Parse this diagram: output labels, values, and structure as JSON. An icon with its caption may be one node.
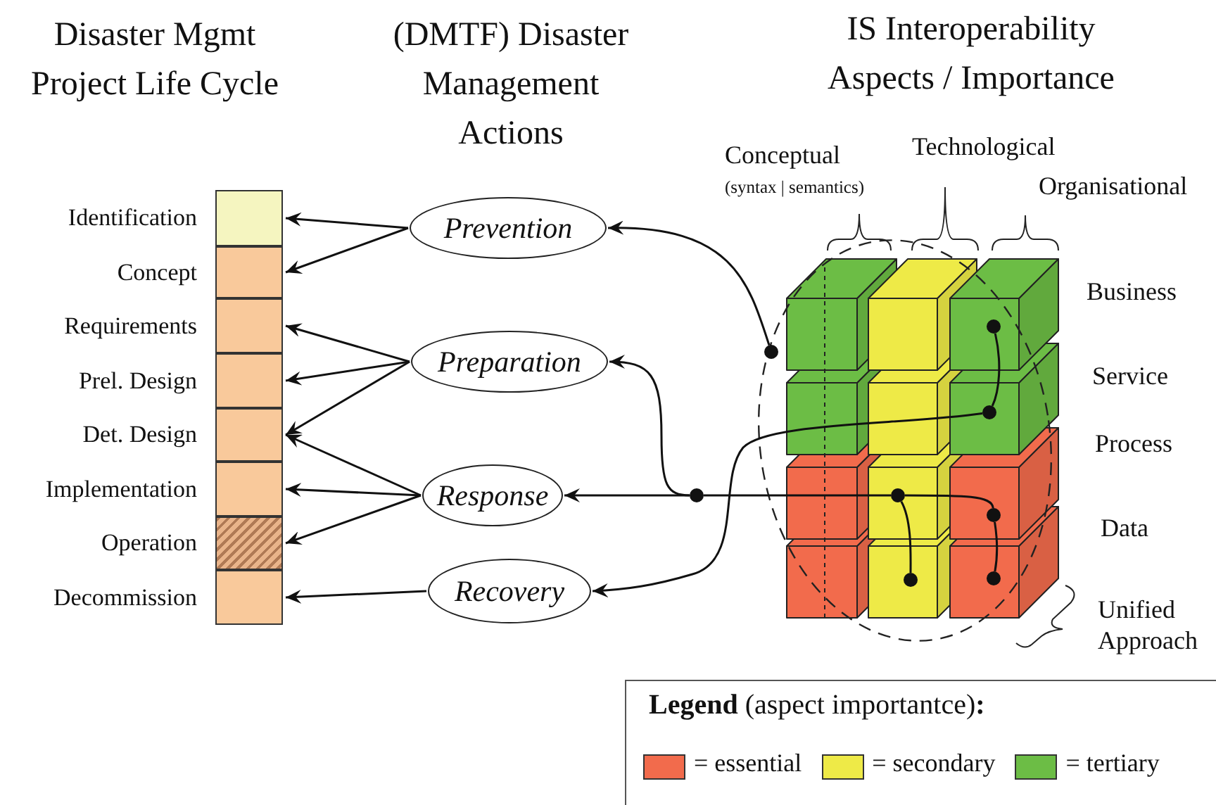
{
  "diagram": {
    "nodes": [
      {
        "text": [
          "Identification"
        ]
      },
      {
        "text": [
          "Concept"
        ]
      },
      {
        "text": [
          "Requirements"
        ]
      },
      {
        "text": [
          "Prel. Design"
        ]
      },
      {
        "text": [
          "Det. Design"
        ]
      },
      {
        "text": [
          "Implementation"
        ]
      },
      {
        "text": [
          "Operation"
        ]
      },
      {
        "text": [
          "Decommission"
        ]
      },
      {
        "text": [
          "Prevention"
        ]
      },
      {
        "text": [
          "Preparation"
        ]
      },
      {
        "text": [
          "Response"
        ]
      },
      {
        "text": [
          "Recovery"
        ]
      },
      {
        "text": [],
        "shape": "dot"
      },
      {
        "text": [],
        "shape": "dot"
      },
      {
        "text": [],
        "shape": "dot"
      },
      {
        "text": [],
        "shape": "dot"
      },
      {
        "text": [],
        "shape": "dot"
      },
      {
        "text": [],
        "shape": "dot"
      },
      {
        "text": [],
        "shape": "dot"
      },
      {
        "text": [],
        "shape": "dot"
      }
    ],
    "edges": [
      {
        "from": 8,
        "to": 0,
        "arrow": "to"
      },
      {
        "from": 8,
        "to": 1,
        "arrow": "to"
      },
      {
        "from": 9,
        "to": 2,
        "arrow": "to"
      },
      {
        "from": 9,
        "to": 3,
        "arrow": "to"
      },
      {
        "from": 9,
        "to": 4,
        "arrow": "to"
      },
      {
        "from": 10,
        "to": 4,
        "arrow": "to"
      },
      {
        "from": 10,
        "to": 5,
        "arrow": "to"
      },
      {
        "from": 10,
        "to": 6,
        "arrow": "to"
      },
      {
        "from": 11,
        "to": 7,
        "arrow": "to"
      },
      {
        "from": 12,
        "to": 8,
        "arrow": "to"
      },
      {
        "from": 13,
        "to": 14,
        "arrow": "none"
      },
      {
        "from": 14,
        "to": 11,
        "arrow": "to"
      },
      {
        "from": 15,
        "to": 9,
        "arrow": "to"
      },
      {
        "from": 15,
        "to": 10,
        "arrow": "to"
      },
      {
        "from": 16,
        "to": 15,
        "arrow": "none"
      },
      {
        "from": 16,
        "to": 17,
        "arrow": "none"
      },
      {
        "from": 16,
        "to": 18,
        "arrow": "none"
      },
      {
        "from": 17,
        "to": 19,
        "arrow": "none"
      }
    ],
    "labels": [
      "Disaster Mgmt Project Life Cycle",
      "(DMTF) Disaster Management Actions",
      "IS Interoperability Aspects / Importance",
      "Conceptual",
      "(syntax | semantics)",
      "Technological",
      "Organisational",
      "Business",
      "Service",
      "Process",
      "Data",
      "Unified Approach",
      "**Legend** (aspect importantce)**:**"
    ],
    "legend": [
      {
        "text": "= essential",
        "color": "#f26b4c"
      },
      {
        "text": "= secondary",
        "color": "#eeea47"
      },
      {
        "text": "= tertiary",
        "color": "#6cbd45"
      }
    ]
  }
}
